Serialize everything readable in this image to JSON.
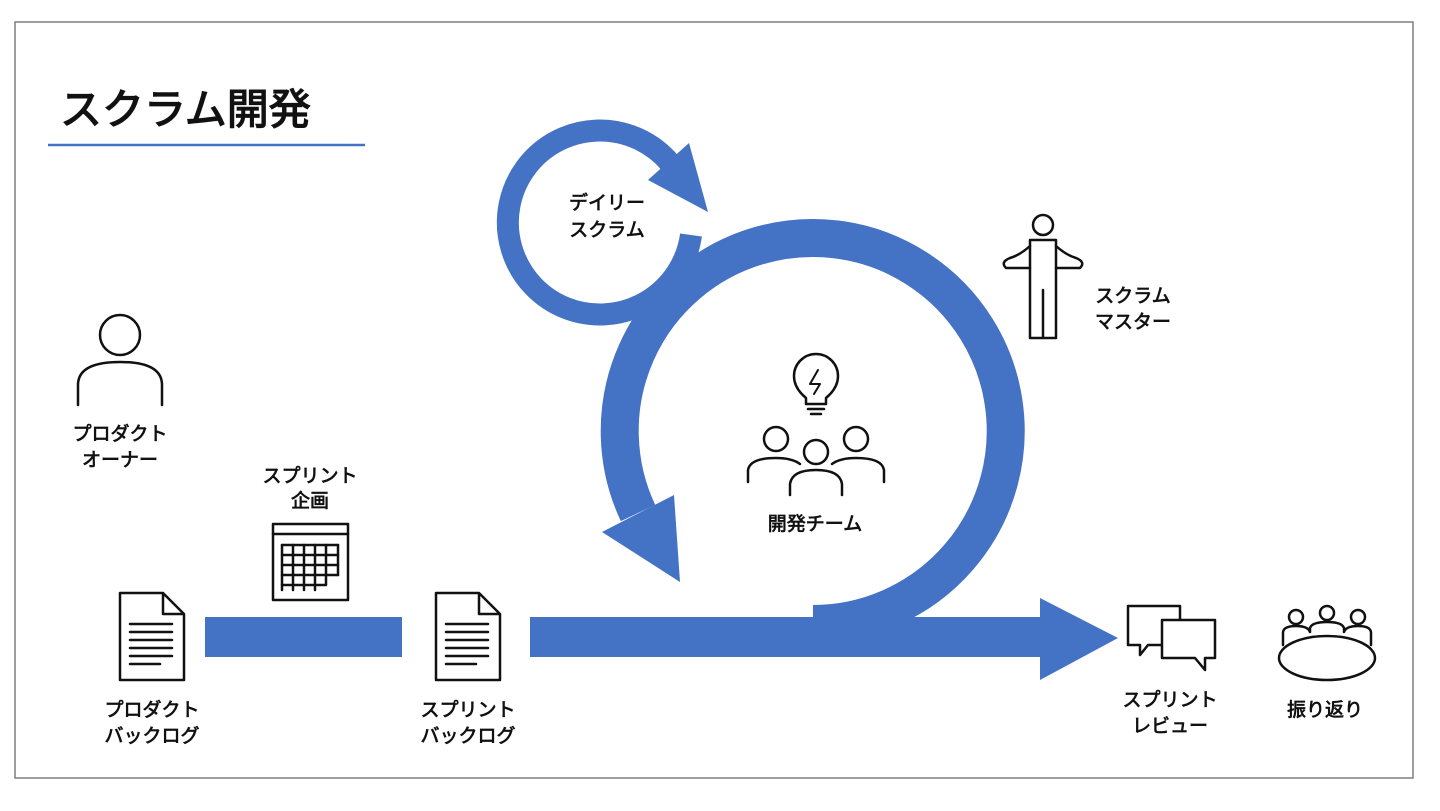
{
  "title": "スクラム開発",
  "colors": {
    "accent": "#4472C4",
    "frame": "#7f7f7f",
    "text": "#111111"
  },
  "labels": {
    "product_owner": [
      "プロダクト",
      "オーナー"
    ],
    "sprint_planning": [
      "スプリント",
      "企画"
    ],
    "product_backlog": [
      "プロダクト",
      "バックログ"
    ],
    "sprint_backlog": [
      "スプリント",
      "バックログ"
    ],
    "daily_scrum": [
      "デイリー",
      "スクラム"
    ],
    "scrum_master": [
      "スクラム",
      "マスター"
    ],
    "dev_team": "開発チーム",
    "sprint_review": [
      "スプリント",
      "レビュー"
    ],
    "retrospective": "振り返り"
  }
}
